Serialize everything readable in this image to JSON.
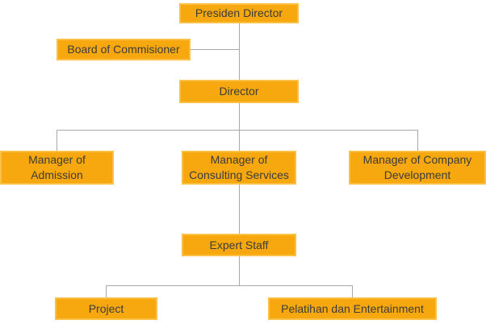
{
  "diagram": {
    "type": "org-chart",
    "nodes": [
      {
        "id": "presiden-director",
        "label": "Presiden Director"
      },
      {
        "id": "board-of-commisioner",
        "label": "Board of Commisioner"
      },
      {
        "id": "director",
        "label": "Director"
      },
      {
        "id": "manager-of-admission",
        "label": "Manager of Admission"
      },
      {
        "id": "manager-of-consulting-services",
        "label": "Manager of Consulting Services"
      },
      {
        "id": "manager-of-company-development",
        "label": "Manager of Company Development"
      },
      {
        "id": "expert-staff",
        "label": "Expert Staff"
      },
      {
        "id": "project",
        "label": "Project"
      },
      {
        "id": "pelatihan-dan-entertainment",
        "label": "Pelatihan dan Entertainment"
      }
    ],
    "edges": [
      {
        "from": "presiden-director",
        "to": "director"
      },
      {
        "from": "board-of-commisioner",
        "to": "presiden-director"
      },
      {
        "from": "director",
        "to": "manager-of-admission"
      },
      {
        "from": "director",
        "to": "manager-of-consulting-services"
      },
      {
        "from": "director",
        "to": "manager-of-company-development"
      },
      {
        "from": "manager-of-consulting-services",
        "to": "expert-staff"
      },
      {
        "from": "expert-staff",
        "to": "project"
      },
      {
        "from": "expert-staff",
        "to": "pelatihan-dan-entertainment"
      }
    ],
    "colors": {
      "node_fill": "#f6a80e",
      "node_border_highlight": "#fcc044",
      "node_text": "#3c3c3c",
      "connector": "#a9a9a9",
      "background": "#ffffff"
    }
  }
}
